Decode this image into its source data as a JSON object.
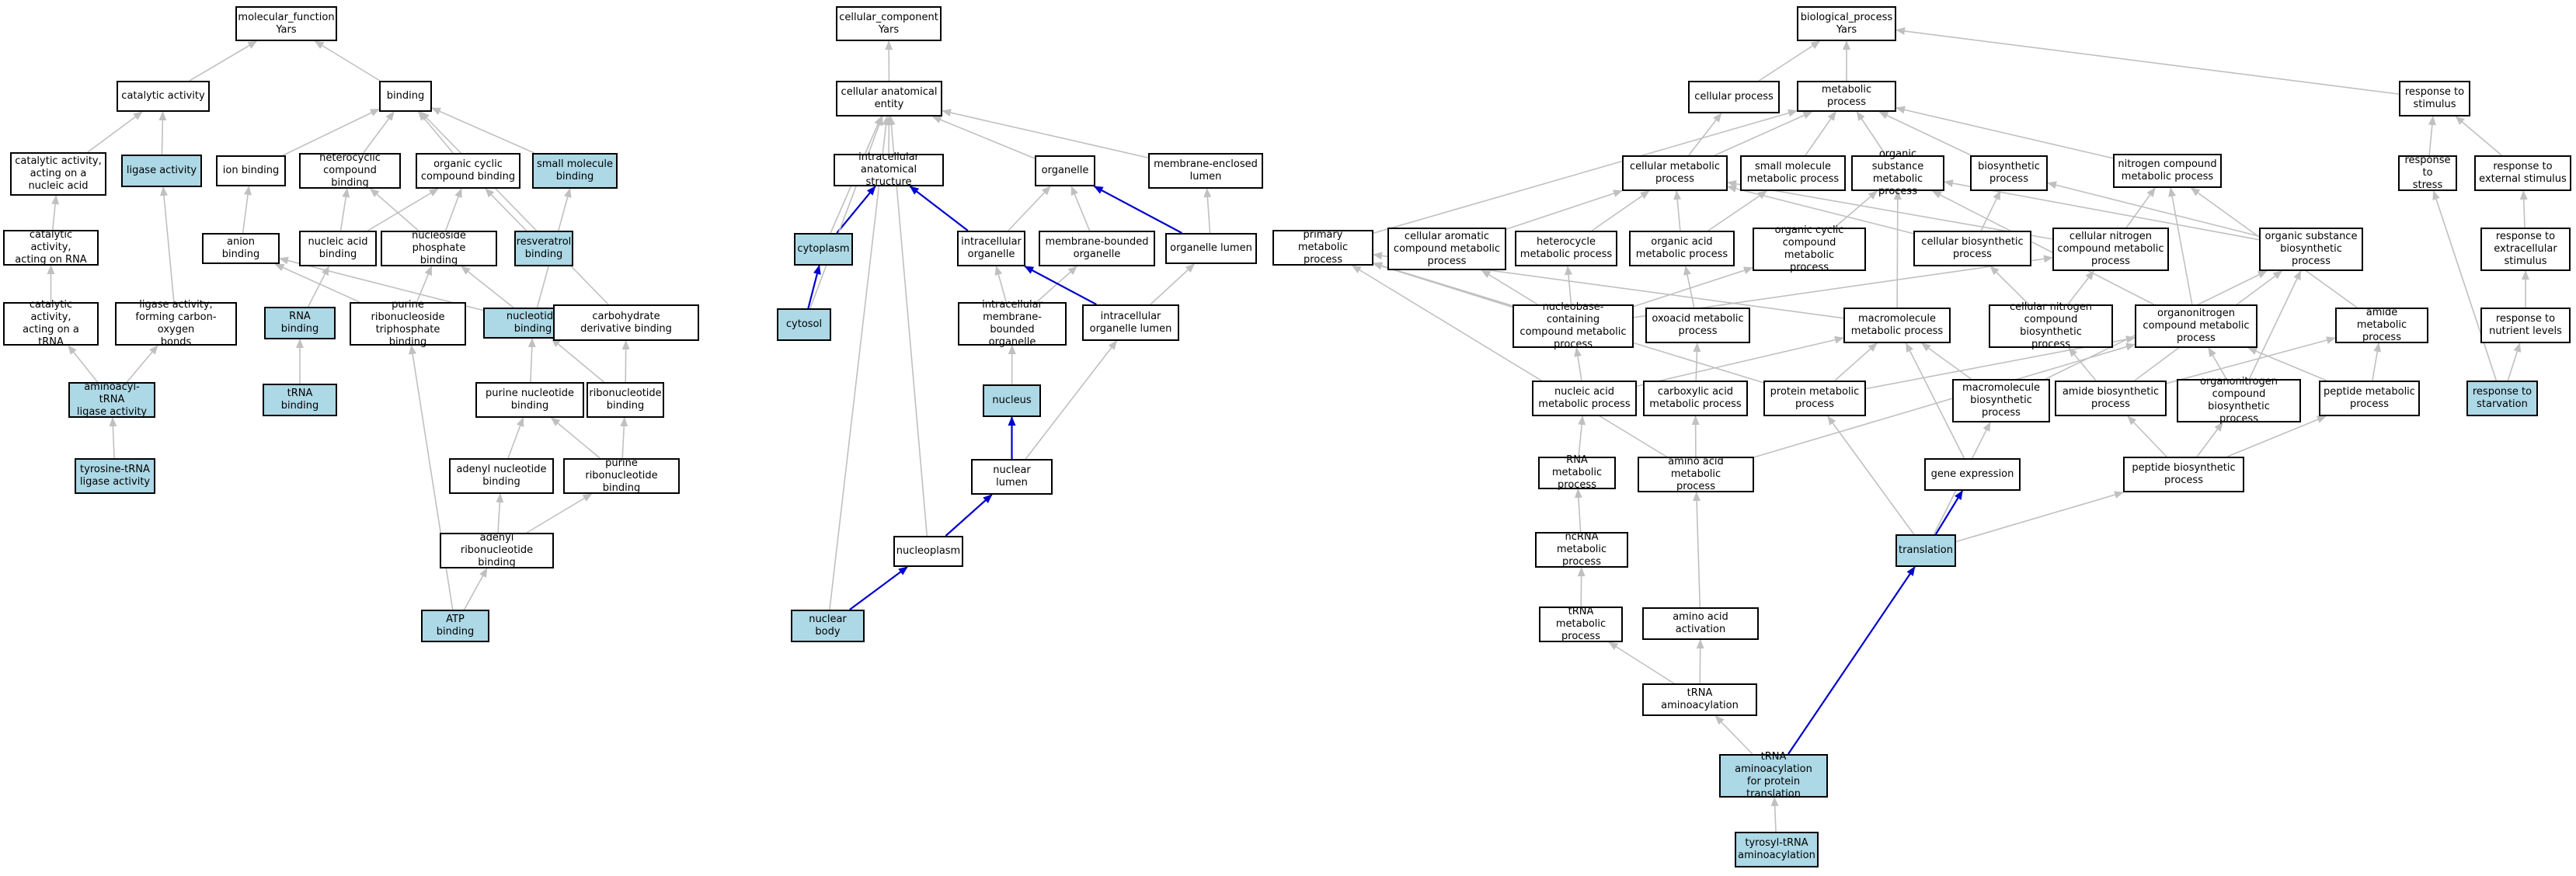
{
  "colors": {
    "highlight_fill": "#add8e6",
    "edge_gray": "#c0c0c0",
    "edge_blue": "#0000cd"
  },
  "nodes": [
    {
      "id": "mf",
      "label": "molecular_function\nYars"
    },
    {
      "id": "cat",
      "label": "catalytic activity"
    },
    {
      "id": "binding",
      "label": "binding"
    },
    {
      "id": "cat_nuc",
      "label": "catalytic activity,\nacting on a\nnucleic acid"
    },
    {
      "id": "ligase",
      "label": "ligase activity",
      "hl": true
    },
    {
      "id": "ionb",
      "label": "ion binding"
    },
    {
      "id": "hetb",
      "label": "heterocyclic\ncompound binding"
    },
    {
      "id": "orgb",
      "label": "organic cyclic\ncompound binding"
    },
    {
      "id": "smb",
      "label": "small molecule\nbinding",
      "hl": true
    },
    {
      "id": "cat_rna",
      "label": "catalytic activity,\nacting on RNA"
    },
    {
      "id": "anion",
      "label": "anion binding"
    },
    {
      "id": "nab",
      "label": "nucleic acid\nbinding"
    },
    {
      "id": "ntpb",
      "label": "nucleoside phosphate\nbinding"
    },
    {
      "id": "resv",
      "label": "resveratrol\nbinding",
      "hl": true
    },
    {
      "id": "cat_trna",
      "label": "catalytic activity,\nacting on a\ntRNA"
    },
    {
      "id": "lig_co",
      "label": "ligase activity,\nforming carbon-oxygen\nbonds"
    },
    {
      "id": "rnab",
      "label": "RNA binding",
      "hl": true
    },
    {
      "id": "prtpb",
      "label": "purine ribonucleoside\ntriphosphate\nbinding"
    },
    {
      "id": "nucb",
      "label": "nucleotide binding",
      "hl": true
    },
    {
      "id": "carb",
      "label": "carbohydrate\nderivative binding"
    },
    {
      "id": "aatrna",
      "label": "aminoacyl-tRNA\nligase activity",
      "hl": true
    },
    {
      "id": "trnab",
      "label": "tRNA binding",
      "hl": true
    },
    {
      "id": "pnb",
      "label": "purine nucleotide\nbinding"
    },
    {
      "id": "rnb",
      "label": "ribonucleotide\nbinding"
    },
    {
      "id": "tyrlig",
      "label": "tyrosine-tRNA\nligase activity",
      "hl": true
    },
    {
      "id": "anb",
      "label": "adenyl nucleotide\nbinding"
    },
    {
      "id": "prnb",
      "label": "purine ribonucleotide\nbinding"
    },
    {
      "id": "arnb",
      "label": "adenyl ribonucleotide\nbinding"
    },
    {
      "id": "atp",
      "label": "ATP binding",
      "hl": true
    },
    {
      "id": "cc",
      "label": "cellular_component\nYars"
    },
    {
      "id": "cae",
      "label": "cellular anatomical\nentity"
    },
    {
      "id": "ias",
      "label": "intracellular\nanatomical structure"
    },
    {
      "id": "org",
      "label": "organelle"
    },
    {
      "id": "mel",
      "label": "membrane-enclosed\nlumen"
    },
    {
      "id": "cytoplasm",
      "label": "cytoplasm",
      "hl": true
    },
    {
      "id": "iorg",
      "label": "intracellular\norganelle"
    },
    {
      "id": "mborg",
      "label": "membrane-bounded\norganelle"
    },
    {
      "id": "orglum",
      "label": "organelle lumen"
    },
    {
      "id": "cytosol",
      "label": "cytosol",
      "hl": true
    },
    {
      "id": "imborg",
      "label": "intracellular\nmembrane-bounded\norganelle"
    },
    {
      "id": "iorglum",
      "label": "intracellular\norganelle lumen"
    },
    {
      "id": "nucleus",
      "label": "nucleus",
      "hl": true
    },
    {
      "id": "nuclum",
      "label": "nuclear lumen"
    },
    {
      "id": "nucleoplasm",
      "label": "nucleoplasm"
    },
    {
      "id": "nucbody",
      "label": "nuclear body",
      "hl": true
    },
    {
      "id": "bp",
      "label": "biological_process\nYars"
    },
    {
      "id": "cellp",
      "label": "cellular process"
    },
    {
      "id": "metp",
      "label": "metabolic process"
    },
    {
      "id": "rstim",
      "label": "response to\nstimulus"
    },
    {
      "id": "cmp",
      "label": "cellular metabolic\nprocess"
    },
    {
      "id": "smmp",
      "label": "small molecule\nmetabolic process"
    },
    {
      "id": "osmp",
      "label": "organic substance\nmetabolic process"
    },
    {
      "id": "biosyn",
      "label": "biosynthetic\nprocess"
    },
    {
      "id": "ncmp",
      "label": "nitrogen compound\nmetabolic process"
    },
    {
      "id": "rstress",
      "label": "response to\nstress"
    },
    {
      "id": "rext",
      "label": "response to\nexternal stimulus"
    },
    {
      "id": "pmp",
      "label": "primary metabolic\nprocess"
    },
    {
      "id": "camp",
      "label": "cellular aromatic\ncompound metabolic\nprocess"
    },
    {
      "id": "hmp",
      "label": "heterocycle\nmetabolic process"
    },
    {
      "id": "oamp",
      "label": "organic acid\nmetabolic process"
    },
    {
      "id": "occmp",
      "label": "organic cyclic\ncompound metabolic\nprocess"
    },
    {
      "id": "cbp",
      "label": "cellular biosynthetic\nprocess"
    },
    {
      "id": "cncmp",
      "label": "cellular nitrogen\ncompound metabolic\nprocess"
    },
    {
      "id": "osbp",
      "label": "organic substance\nbiosynthetic\nprocess"
    },
    {
      "id": "rexs",
      "label": "response to\nextracellular\nstimulus"
    },
    {
      "id": "nbmp",
      "label": "nucleobase-containing\ncompound metabolic\nprocess"
    },
    {
      "id": "oxmp",
      "label": "oxoacid metabolic\nprocess"
    },
    {
      "id": "mmp",
      "label": "macromolecule\nmetabolic process"
    },
    {
      "id": "cncbp",
      "label": "cellular nitrogen\ncompound biosynthetic\nprocess"
    },
    {
      "id": "oncmp",
      "label": "organonitrogen\ncompound metabolic\nprocess"
    },
    {
      "id": "amp",
      "label": "amide metabolic\nprocess"
    },
    {
      "id": "rnl",
      "label": "response to\nnutrient levels"
    },
    {
      "id": "namp",
      "label": "nucleic acid\nmetabolic process"
    },
    {
      "id": "camp2",
      "label": "carboxylic acid\nmetabolic process"
    },
    {
      "id": "protmp",
      "label": "protein metabolic\nprocess"
    },
    {
      "id": "mbp",
      "label": "macromolecule\nbiosynthetic\nprocess"
    },
    {
      "id": "abp",
      "label": "amide biosynthetic\nprocess"
    },
    {
      "id": "oncbp",
      "label": "organonitrogen\ncompound biosynthetic\nprocess"
    },
    {
      "id": "pepmp",
      "label": "peptide metabolic\nprocess"
    },
    {
      "id": "rstarv",
      "label": "response to\nstarvation",
      "hl": true
    },
    {
      "id": "rnamp",
      "label": "RNA metabolic\nprocess"
    },
    {
      "id": "aamp",
      "label": "amino acid metabolic\nprocess"
    },
    {
      "id": "gexp",
      "label": "gene expression"
    },
    {
      "id": "pepbp",
      "label": "peptide biosynthetic\nprocess"
    },
    {
      "id": "ncrna",
      "label": "ncRNA metabolic\nprocess"
    },
    {
      "id": "transl",
      "label": "translation",
      "hl": true
    },
    {
      "id": "trnamp",
      "label": "tRNA metabolic\nprocess"
    },
    {
      "id": "aaact",
      "label": "amino acid activation"
    },
    {
      "id": "trnaaa",
      "label": "tRNA aminoacylation"
    },
    {
      "id": "trnaaapt",
      "label": "tRNA aminoacylation\nfor protein\ntranslation",
      "hl": true
    },
    {
      "id": "tyrtrna",
      "label": "tyrosyl-tRNA\naminoacylation",
      "hl": true
    }
  ],
  "edges": [
    {
      "from": "cat",
      "to": "mf"
    },
    {
      "from": "binding",
      "to": "mf"
    },
    {
      "from": "cat_nuc",
      "to": "cat"
    },
    {
      "from": "ligase",
      "to": "cat"
    },
    {
      "from": "ionb",
      "to": "binding"
    },
    {
      "from": "hetb",
      "to": "binding"
    },
    {
      "from": "orgb",
      "to": "binding"
    },
    {
      "from": "smb",
      "to": "binding"
    },
    {
      "from": "carb",
      "to": "binding"
    },
    {
      "from": "cat_rna",
      "to": "cat_nuc"
    },
    {
      "from": "cat_trna",
      "to": "cat_rna"
    },
    {
      "from": "lig_co",
      "to": "ligase"
    },
    {
      "from": "aatrna",
      "to": "cat_trna"
    },
    {
      "from": "aatrna",
      "to": "lig_co"
    },
    {
      "from": "tyrlig",
      "to": "aatrna"
    },
    {
      "from": "anion",
      "to": "ionb"
    },
    {
      "from": "nab",
      "to": "hetb"
    },
    {
      "from": "nab",
      "to": "orgb"
    },
    {
      "from": "ntpb",
      "to": "hetb"
    },
    {
      "from": "ntpb",
      "to": "orgb"
    },
    {
      "from": "resv",
      "to": "orgb"
    },
    {
      "from": "rnab",
      "to": "nab"
    },
    {
      "from": "trnab",
      "to": "rnab"
    },
    {
      "from": "prtpb",
      "to": "anion"
    },
    {
      "from": "prtpb",
      "to": "ntpb"
    },
    {
      "from": "nucb",
      "to": "ntpb"
    },
    {
      "from": "nucb",
      "to": "smb"
    },
    {
      "from": "nucb",
      "to": "anion"
    },
    {
      "from": "pnb",
      "to": "nucb"
    },
    {
      "from": "rnb",
      "to": "nucb"
    },
    {
      "from": "rnb",
      "to": "carb"
    },
    {
      "from": "anb",
      "to": "pnb"
    },
    {
      "from": "prnb",
      "to": "pnb"
    },
    {
      "from": "prnb",
      "to": "rnb"
    },
    {
      "from": "arnb",
      "to": "anb"
    },
    {
      "from": "arnb",
      "to": "prnb"
    },
    {
      "from": "atp",
      "to": "arnb"
    },
    {
      "from": "atp",
      "to": "prtpb"
    },
    {
      "from": "cae",
      "to": "cc"
    },
    {
      "from": "ias",
      "to": "cae"
    },
    {
      "from": "org",
      "to": "cae"
    },
    {
      "from": "mel",
      "to": "cae"
    },
    {
      "from": "cytoplasm",
      "to": "ias",
      "blue": true
    },
    {
      "from": "cytoplasm",
      "to": "cae"
    },
    {
      "from": "iorg",
      "to": "ias",
      "blue": true
    },
    {
      "from": "iorg",
      "to": "org"
    },
    {
      "from": "mborg",
      "to": "org"
    },
    {
      "from": "orglum",
      "to": "mel"
    },
    {
      "from": "orglum",
      "to": "org",
      "blue": true
    },
    {
      "from": "cytosol",
      "to": "cytoplasm",
      "blue": true
    },
    {
      "from": "cytosol",
      "to": "cae"
    },
    {
      "from": "imborg",
      "to": "iorg"
    },
    {
      "from": "imborg",
      "to": "mborg"
    },
    {
      "from": "iorglum",
      "to": "iorg",
      "blue": true
    },
    {
      "from": "iorglum",
      "to": "orglum"
    },
    {
      "from": "nucleus",
      "to": "imborg"
    },
    {
      "from": "nuclum",
      "to": "nucleus",
      "blue": true
    },
    {
      "from": "nuclum",
      "to": "iorglum"
    },
    {
      "from": "nucleoplasm",
      "to": "nuclum",
      "blue": true
    },
    {
      "from": "nucleoplasm",
      "to": "cae"
    },
    {
      "from": "nucbody",
      "to": "nucleoplasm",
      "blue": true
    },
    {
      "from": "nucbody",
      "to": "cae"
    },
    {
      "from": "cellp",
      "to": "bp"
    },
    {
      "from": "metp",
      "to": "bp"
    },
    {
      "from": "rstim",
      "to": "bp"
    },
    {
      "from": "cmp",
      "to": "cellp"
    },
    {
      "from": "cmp",
      "to": "metp"
    },
    {
      "from": "smmp",
      "to": "metp"
    },
    {
      "from": "osmp",
      "to": "metp"
    },
    {
      "from": "biosyn",
      "to": "metp"
    },
    {
      "from": "ncmp",
      "to": "metp"
    },
    {
      "from": "pmp",
      "to": "metp"
    },
    {
      "from": "rstress",
      "to": "rstim"
    },
    {
      "from": "rext",
      "to": "rstim"
    },
    {
      "from": "camp",
      "to": "cmp"
    },
    {
      "from": "hmp",
      "to": "cmp"
    },
    {
      "from": "oamp",
      "to": "cmp"
    },
    {
      "from": "oamp",
      "to": "smmp"
    },
    {
      "from": "occmp",
      "to": "osmp"
    },
    {
      "from": "cbp",
      "to": "cmp"
    },
    {
      "from": "cbp",
      "to": "biosyn"
    },
    {
      "from": "cncmp",
      "to": "cmp"
    },
    {
      "from": "cncmp",
      "to": "ncmp"
    },
    {
      "from": "osbp",
      "to": "osmp"
    },
    {
      "from": "osbp",
      "to": "biosyn"
    },
    {
      "from": "rexs",
      "to": "rext"
    },
    {
      "from": "nbmp",
      "to": "camp"
    },
    {
      "from": "nbmp",
      "to": "hmp"
    },
    {
      "from": "nbmp",
      "to": "occmp"
    },
    {
      "from": "nbmp",
      "to": "cncmp"
    },
    {
      "from": "nbmp",
      "to": "pmp"
    },
    {
      "from": "oxmp",
      "to": "oamp"
    },
    {
      "from": "mmp",
      "to": "osmp"
    },
    {
      "from": "mmp",
      "to": "pmp"
    },
    {
      "from": "cncbp",
      "to": "cncmp"
    },
    {
      "from": "cncbp",
      "to": "cbp"
    },
    {
      "from": "oncmp",
      "to": "osmp"
    },
    {
      "from": "oncmp",
      "to": "ncmp"
    },
    {
      "from": "amp",
      "to": "ncmp"
    },
    {
      "from": "rnl",
      "to": "rexs"
    },
    {
      "from": "namp",
      "to": "nbmp"
    },
    {
      "from": "namp",
      "to": "mmp"
    },
    {
      "from": "camp2",
      "to": "oxmp"
    },
    {
      "from": "protmp",
      "to": "mmp"
    },
    {
      "from": "protmp",
      "to": "oncmp"
    },
    {
      "from": "protmp",
      "to": "pmp"
    },
    {
      "from": "mbp",
      "to": "mmp"
    },
    {
      "from": "mbp",
      "to": "osbp"
    },
    {
      "from": "abp",
      "to": "amp"
    },
    {
      "from": "abp",
      "to": "osbp"
    },
    {
      "from": "abp",
      "to": "cncbp"
    },
    {
      "from": "oncbp",
      "to": "oncmp"
    },
    {
      "from": "oncbp",
      "to": "osbp"
    },
    {
      "from": "pepmp",
      "to": "amp"
    },
    {
      "from": "pepmp",
      "to": "oncmp"
    },
    {
      "from": "rstarv",
      "to": "rstress"
    },
    {
      "from": "rstarv",
      "to": "rnl"
    },
    {
      "from": "rnamp",
      "to": "namp"
    },
    {
      "from": "aamp",
      "to": "camp2"
    },
    {
      "from": "aamp",
      "to": "oncmp"
    },
    {
      "from": "aamp",
      "to": "pmp"
    },
    {
      "from": "gexp",
      "to": "mmp"
    },
    {
      "from": "pepbp",
      "to": "pepmp"
    },
    {
      "from": "pepbp",
      "to": "abp"
    },
    {
      "from": "pepbp",
      "to": "oncbp"
    },
    {
      "from": "ncrna",
      "to": "rnamp"
    },
    {
      "from": "transl",
      "to": "gexp",
      "blue": true
    },
    {
      "from": "transl",
      "to": "protmp"
    },
    {
      "from": "transl",
      "to": "mbp"
    },
    {
      "from": "transl",
      "to": "pepbp"
    },
    {
      "from": "trnamp",
      "to": "ncrna"
    },
    {
      "from": "aaact",
      "to": "aamp"
    },
    {
      "from": "trnaaa",
      "to": "trnamp"
    },
    {
      "from": "trnaaa",
      "to": "aaact"
    },
    {
      "from": "trnaaapt",
      "to": "trnaaa"
    },
    {
      "from": "trnaaapt",
      "to": "transl",
      "blue": true
    },
    {
      "from": "tyrtrna",
      "to": "trnaaapt"
    }
  ]
}
